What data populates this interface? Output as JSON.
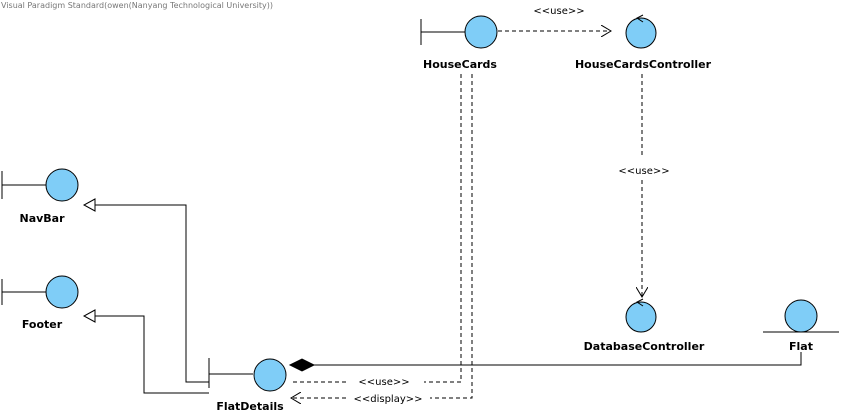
{
  "watermark": "Visual Paradigm Standard(owen(Nanyang Technological University))",
  "colors": {
    "element_fill": "#7fcdf7",
    "stroke": "#000000"
  },
  "elements": {
    "housecards": {
      "name": "HouseCards",
      "kind": "boundary"
    },
    "housecards_controller": {
      "name": "HouseCardsController",
      "kind": "control"
    },
    "navbar": {
      "name": "NavBar",
      "kind": "boundary"
    },
    "footer": {
      "name": "Footer",
      "kind": "boundary"
    },
    "database_controller": {
      "name": "DatabaseController",
      "kind": "control"
    },
    "flat": {
      "name": "Flat",
      "kind": "entity"
    },
    "flatdetails": {
      "name": "FlatDetails",
      "kind": "boundary"
    }
  },
  "relations": {
    "housecards_to_controller": "<<use>>",
    "controller_to_database": "<<use>>",
    "housecards_to_flatdetails_use": "<<use>>",
    "housecards_to_flatdetails_display": "<<display>>"
  }
}
